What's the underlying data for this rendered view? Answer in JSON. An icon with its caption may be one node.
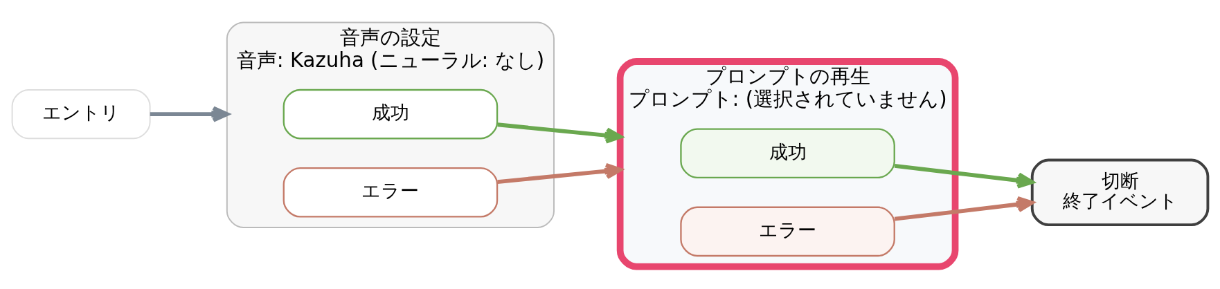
{
  "diagram": {
    "nodes": [
      {
        "text": [
          "エントリ"
        ]
      },
      {
        "text": [
          "音声の設定",
          "音声: Kazuha (ニューラル: なし)"
        ]
      },
      {
        "text": [
          "成功"
        ],
        "in": 1
      },
      {
        "text": [
          "エラー"
        ],
        "in": 1
      },
      {
        "text": [
          "プロンプトの再生",
          "プロンプト: (選択されていません)"
        ]
      },
      {
        "text": [
          "成功"
        ],
        "in": 4
      },
      {
        "text": [
          "エラー"
        ],
        "in": 4
      },
      {
        "text": [
          "切断",
          "終了イベント"
        ]
      }
    ],
    "edges": [
      {
        "from": 0,
        "to": 1,
        "arrow": "to",
        "color": "#7b8794"
      },
      {
        "from": 2,
        "to": 4,
        "arrow": "to",
        "color": "#6aa84f"
      },
      {
        "from": 3,
        "to": 4,
        "arrow": "to",
        "color": "#c47a68"
      },
      {
        "from": 5,
        "to": 7,
        "arrow": "to",
        "color": "#6aa84f"
      },
      {
        "from": 6,
        "to": 7,
        "arrow": "to",
        "color": "#c47a68"
      }
    ]
  }
}
